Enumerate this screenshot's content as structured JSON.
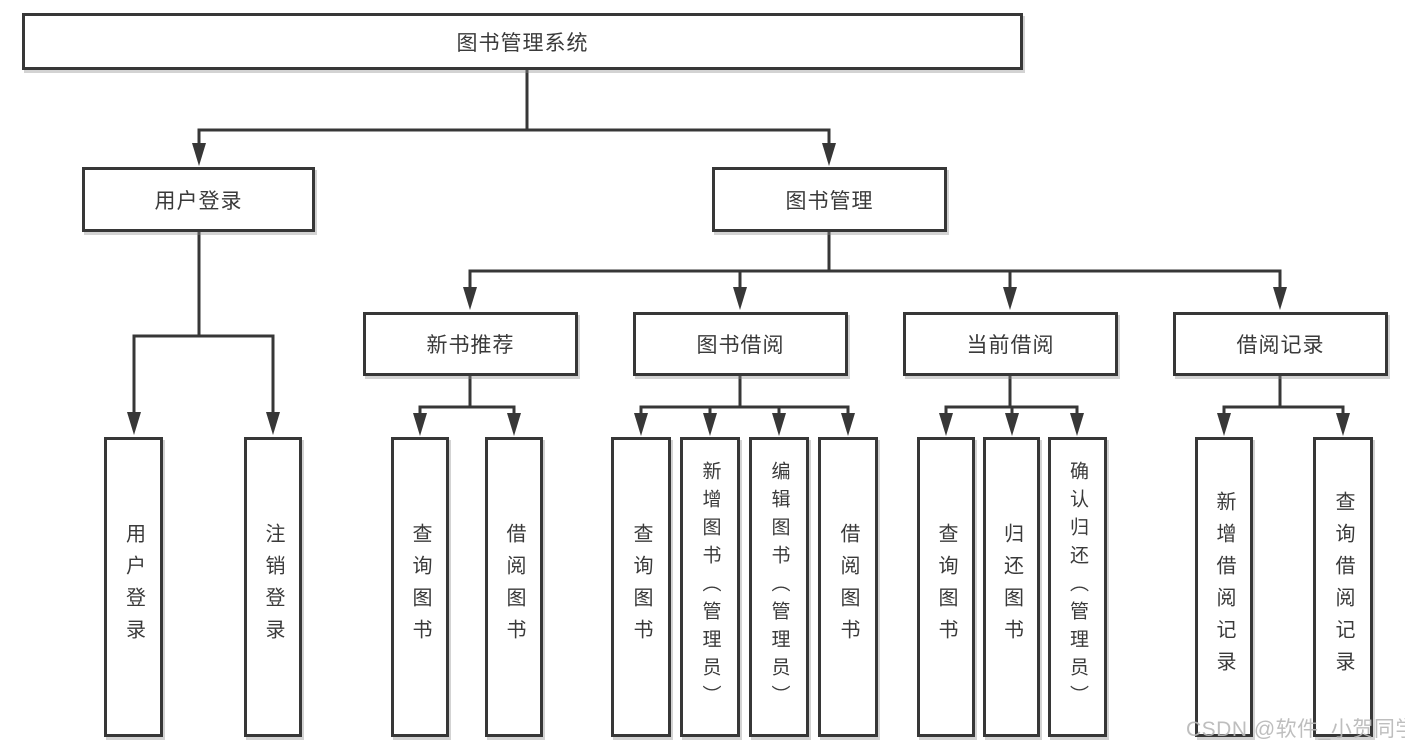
{
  "diagram": {
    "root": {
      "label": "图书管理系统"
    },
    "level2": [
      {
        "id": "user-login",
        "label": "用户登录"
      },
      {
        "id": "book-mgmt",
        "label": "图书管理"
      }
    ],
    "level3": [
      {
        "id": "new-book-rec",
        "label": "新书推荐"
      },
      {
        "id": "book-borrow",
        "label": "图书借阅"
      },
      {
        "id": "current-borrow",
        "label": "当前借阅"
      },
      {
        "id": "borrow-records",
        "label": "借阅记录"
      }
    ],
    "leaves": [
      {
        "id": "user-login-leaf",
        "label": "用户登录",
        "parent": "user-login"
      },
      {
        "id": "logout",
        "label": "注销登录",
        "parent": "user-login"
      },
      {
        "id": "query-book-1",
        "label": "查询图书",
        "parent": "new-book-rec"
      },
      {
        "id": "borrow-book-1",
        "label": "借阅图书",
        "parent": "new-book-rec"
      },
      {
        "id": "query-book-2",
        "label": "查询图书",
        "parent": "book-borrow"
      },
      {
        "id": "add-book-admin",
        "label": "新增图书（管理员）",
        "parent": "book-borrow"
      },
      {
        "id": "edit-book-admin",
        "label": "编辑图书（管理员）",
        "parent": "book-borrow"
      },
      {
        "id": "borrow-book-2",
        "label": "借阅图书",
        "parent": "book-borrow"
      },
      {
        "id": "query-book-3",
        "label": "查询图书",
        "parent": "current-borrow"
      },
      {
        "id": "return-book",
        "label": "归还图书",
        "parent": "current-borrow"
      },
      {
        "id": "confirm-return-admin",
        "label": "确认归还（管理员）",
        "parent": "current-borrow"
      },
      {
        "id": "add-borrow-record",
        "label": "新增借阅记录",
        "parent": "borrow-records"
      },
      {
        "id": "query-borrow-record",
        "label": "查询借阅记录",
        "parent": "borrow-records"
      }
    ],
    "watermark": "CSDN @软件_小贺同学",
    "colors": {
      "line": "#373737",
      "text": "#3a3a3a",
      "watermark": "#b9b9b9",
      "background": "#ffffff"
    }
  }
}
